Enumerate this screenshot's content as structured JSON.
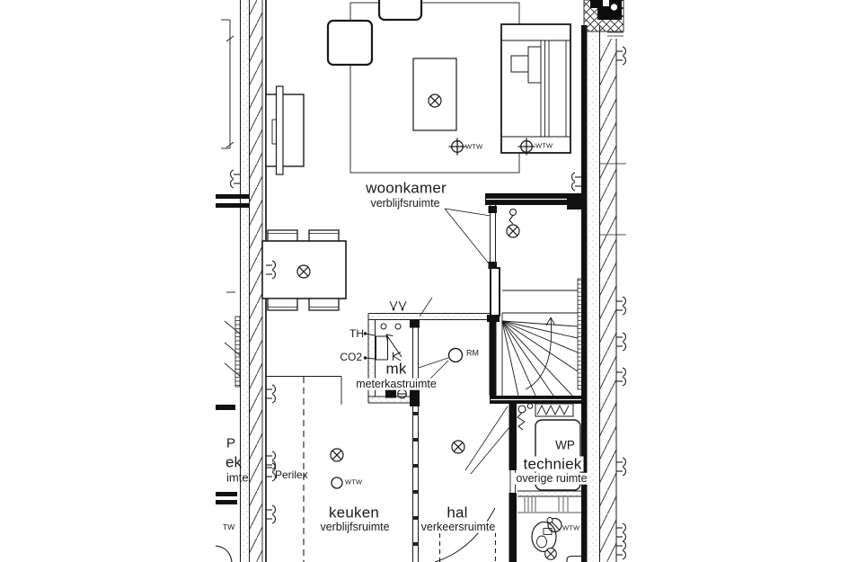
{
  "drawing": {
    "rooms": {
      "woonkamer": {
        "name": "woonkamer",
        "type": "verblijfsruimte"
      },
      "keuken": {
        "name": "keuken",
        "type": "verblijfsruimte"
      },
      "hal": {
        "name": "hal",
        "type": "verkeersruimte"
      },
      "techniek": {
        "name": "techniek",
        "type": "overige ruimte"
      },
      "meterkast": {
        "name": "mk",
        "type": "meterkastruimte"
      }
    },
    "equipment": {
      "wp": "WP",
      "th": "TH",
      "co2": "CO2",
      "rm": "RM",
      "perilex": "Perilex",
      "wtw": "WTW"
    },
    "cutoff_labels": {
      "p": "P",
      "ek": "ek",
      "imte": "imte",
      "tw": "TW"
    },
    "colors": {
      "ink": "#1a1a1a",
      "paper": "#ffffff"
    }
  }
}
